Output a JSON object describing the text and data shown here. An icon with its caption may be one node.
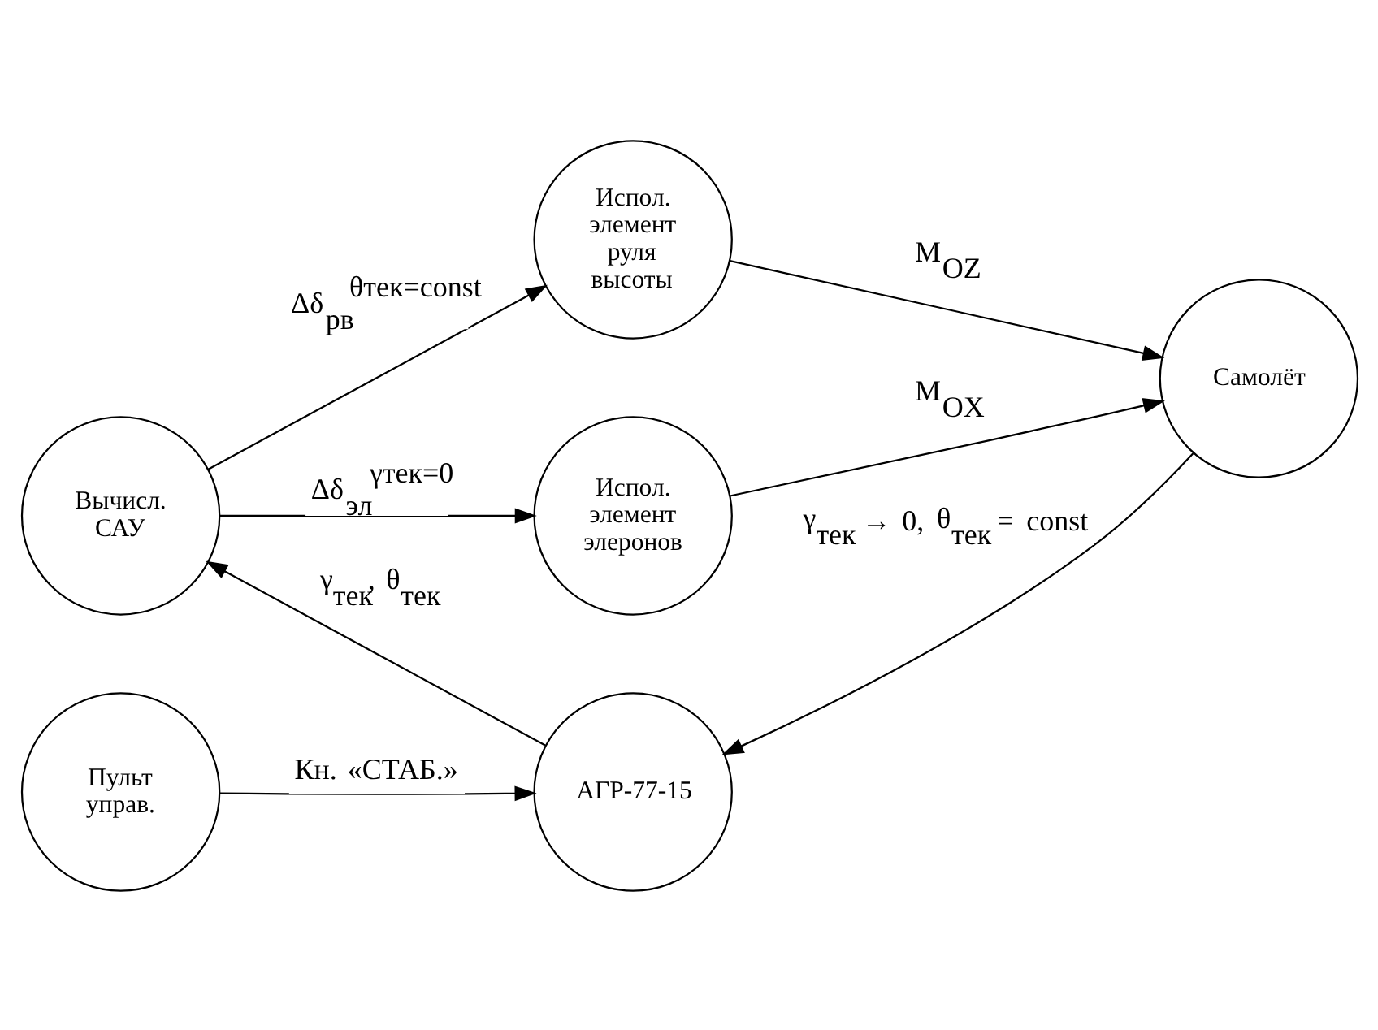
{
  "diagram": {
    "nodes": [
      {
        "text": [
          "Вычисл. САУ"
        ]
      },
      {
        "text": [
          "Испол. элемент руля высоты"
        ]
      },
      {
        "text": [
          "Испол. элемент элеронов"
        ]
      },
      {
        "text": [
          "Самолёт"
        ]
      },
      {
        "text": [
          "Пульт управ."
        ]
      },
      {
        "text": [
          "АГР-77-15"
        ]
      }
    ],
    "edges": [
      {
        "from": 0,
        "to": 1,
        "arrow": "to",
        "label": "Δδ$_{рв}$$^{θтек=const}$"
      },
      {
        "from": 0,
        "to": 2,
        "arrow": "to",
        "label": "Δδ$_{эл}$$^{γтек=0}$"
      },
      {
        "from": 1,
        "to": 3,
        "arrow": "to",
        "label": "M$_{OZ}$"
      },
      {
        "from": 2,
        "to": 3,
        "arrow": "to",
        "label": "M$_{OX}$"
      },
      {
        "from": 3,
        "to": 5,
        "arrow": "to",
        "label": "γ$_{тек}$ → 0, θ$_{тек}$ = const"
      },
      {
        "from": 5,
        "to": 0,
        "arrow": "to",
        "label": "γ$_{тек}$, θ$_{тек}$"
      },
      {
        "from": 4,
        "to": 5,
        "arrow": "to",
        "label": "Кн. «СТАБ.»"
      }
    ]
  }
}
